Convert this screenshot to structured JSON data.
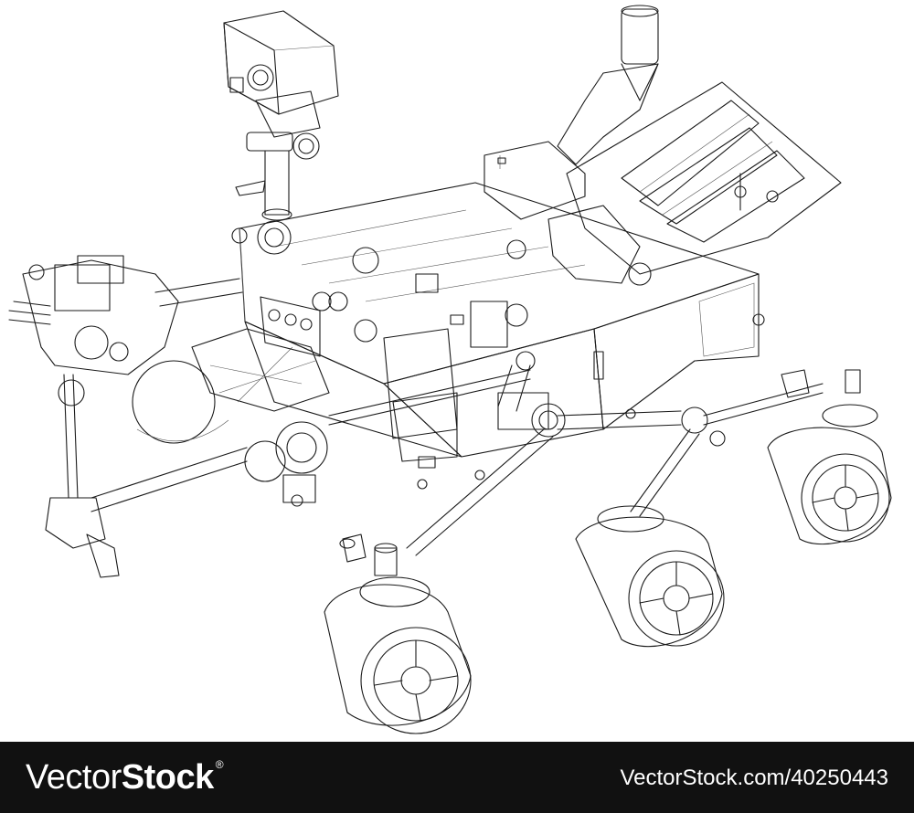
{
  "footer": {
    "brand_light": "Vector",
    "brand_bold": "Stock",
    "brand_mark": "®",
    "image_ref": "VectorStock.com/40250443",
    "background": "#111111",
    "text_color": "#ffffff"
  }
}
